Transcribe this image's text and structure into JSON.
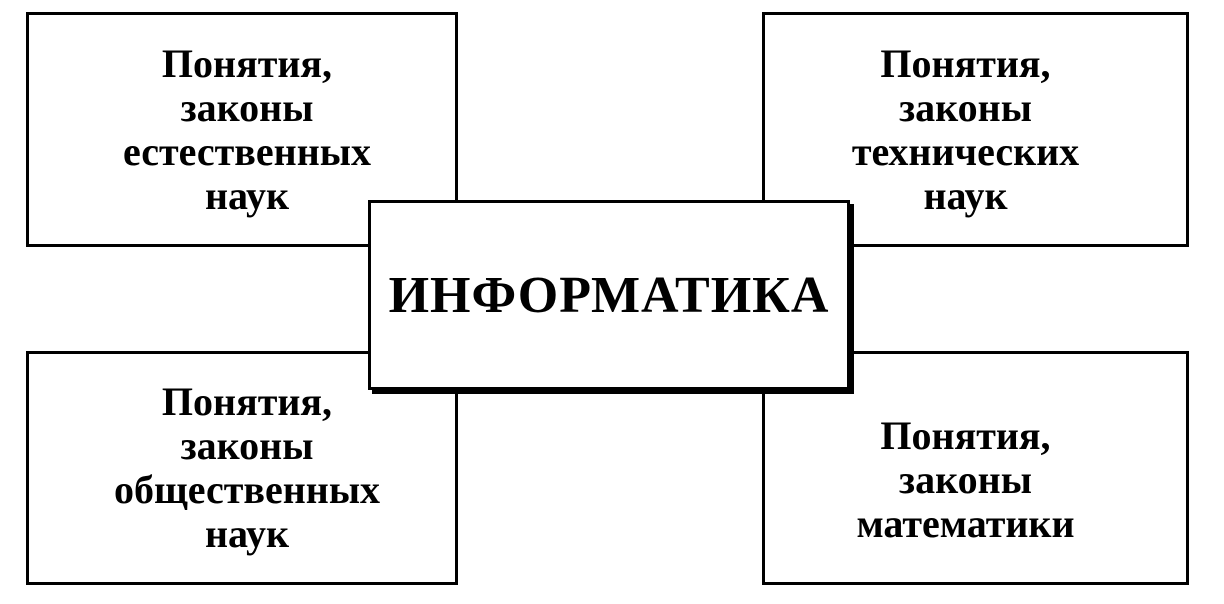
{
  "center": {
    "label": "ИНФОРМАТИКА"
  },
  "boxes": {
    "top_left": {
      "lines": [
        "Понятия,",
        "законы",
        "естественных",
        "наук"
      ]
    },
    "top_right": {
      "lines": [
        "Понятия,",
        "законы",
        "технических",
        "наук"
      ]
    },
    "bottom_left": {
      "lines": [
        "Понятия,",
        "законы",
        "общественных",
        "наук"
      ]
    },
    "bottom_right": {
      "lines": [
        "Понятия,",
        "законы",
        "математики"
      ]
    }
  },
  "colors": {
    "border": "#000000",
    "background": "#ffffff",
    "text": "#000000"
  }
}
